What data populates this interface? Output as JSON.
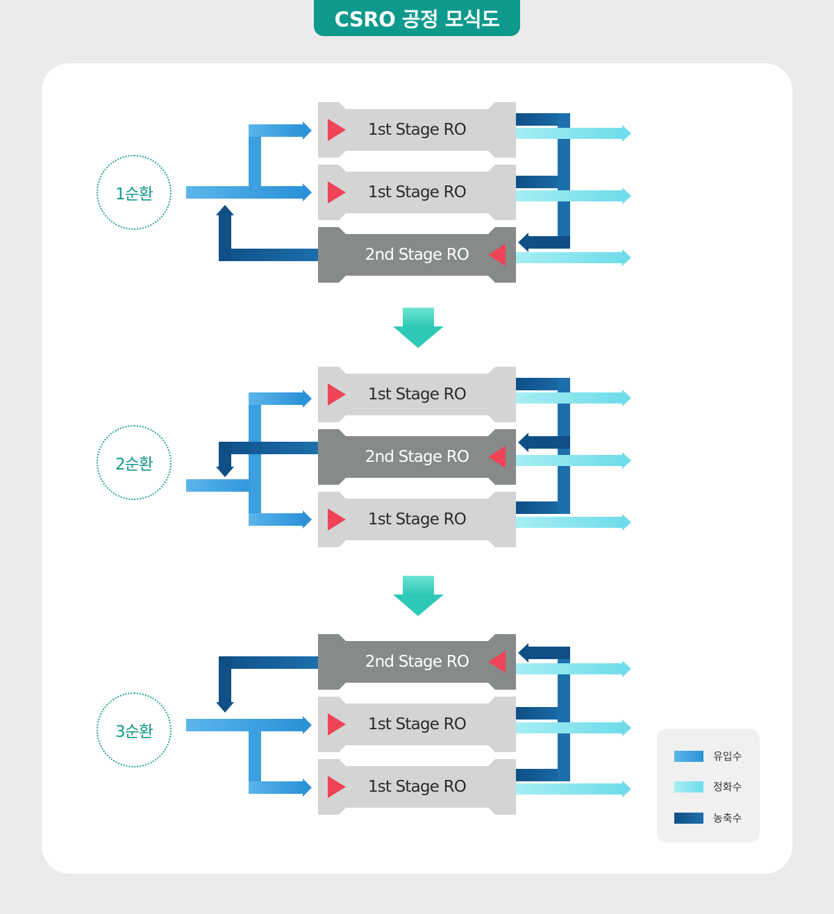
{
  "title": "CSRO 공정 모식도",
  "cycles": [
    {
      "label": "1순환",
      "stages": [
        {
          "label": "1st Stage RO",
          "type": "first"
        },
        {
          "label": "1st Stage RO",
          "type": "first"
        },
        {
          "label": "2nd Stage RO",
          "type": "second"
        }
      ]
    },
    {
      "label": "2순환",
      "stages": [
        {
          "label": "1st Stage RO",
          "type": "first"
        },
        {
          "label": "2nd Stage RO",
          "type": "second"
        },
        {
          "label": "1st Stage RO",
          "type": "first"
        }
      ]
    },
    {
      "label": "3순환",
      "stages": [
        {
          "label": "2nd Stage RO",
          "type": "second"
        },
        {
          "label": "1st Stage RO",
          "type": "first"
        },
        {
          "label": "1st Stage RO",
          "type": "first"
        }
      ]
    }
  ],
  "legend": [
    {
      "label": "유입수",
      "color": "#3b9fe0"
    },
    {
      "label": "정화수",
      "color": "#7fe3ee"
    },
    {
      "label": "농축수",
      "color": "#0f4f86"
    }
  ],
  "colors": {
    "inflow": "#3b9fe0",
    "purified": "#7fe3ee",
    "concentrate": "#0f4f86",
    "stage1_fill": "#d4d4d4",
    "stage2_fill": "#868a89",
    "marker": "#ef4357",
    "transition_arrow": "#3fd3c1",
    "cycle_circle": "#17a393",
    "title_bg": "#0d9a8c"
  }
}
